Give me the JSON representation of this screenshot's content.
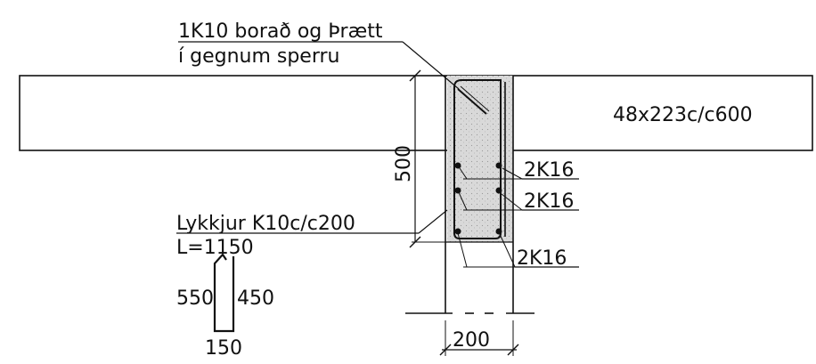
{
  "labels": {
    "rebar_callout_line1": "1K10 borað og Þrætt",
    "rebar_callout_line2": "í gegnum sperru",
    "rafter_spec": "48x223c/c600",
    "depth_dimension": "500",
    "bottom_bars_row1": "2K16",
    "bottom_bars_row2": "2K16",
    "bottom_bars_row3": "2K16",
    "stirrup_callout_line1": "Lykkjur K10c/c200",
    "stirrup_callout_line2": "L=1150",
    "stirrup_left_leg": "550",
    "stirrup_right_leg": "450",
    "stirrup_width": "150",
    "width_dimension": "200"
  },
  "colors": {
    "ink": "#111111",
    "concrete_fill": "#d9d9d9",
    "background": "#ffffff"
  }
}
